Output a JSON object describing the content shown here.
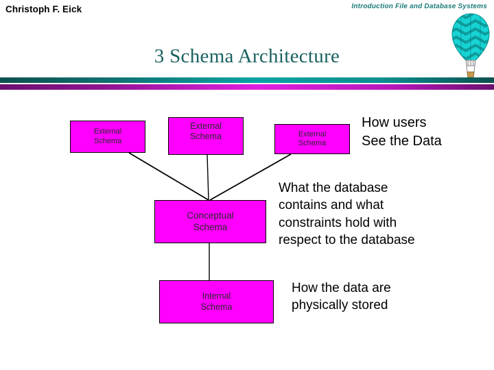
{
  "header": {
    "author": "Christoph F. Eick",
    "course": "Introduction File and Database Systems",
    "title": "3 Schema Architecture",
    "balloon_icon": "hot-air-balloon-icon"
  },
  "colors": {
    "box_fill": "#ff00ff",
    "box_border": "#000000",
    "title_text": "#1a6161",
    "course_text": "#1d7b7b",
    "bar_teal": "#0a9a9a",
    "bar_magenta": "#cc1fcc",
    "balloon_envelope": "#17d4d4",
    "balloon_envelope_dark": "#119d9d",
    "balloon_basket": "#c79a4e"
  },
  "diagram": {
    "boxes": [
      {
        "id": "external-1",
        "line1": "External",
        "line2": "Schema"
      },
      {
        "id": "external-2",
        "line1": "External",
        "line2": "Schema"
      },
      {
        "id": "external-3",
        "line1": "External",
        "line2": "Schema"
      },
      {
        "id": "conceptual",
        "line1": "Conceptual",
        "line2": "Schema"
      },
      {
        "id": "internal",
        "line1": "Internal",
        "line2": "Schema"
      }
    ],
    "notes": [
      {
        "id": "how-users-see-data",
        "line1": "How users",
        "line2": "See the Data",
        "line3": "",
        "line4": ""
      },
      {
        "id": "what-database-contains",
        "line1": "What the database",
        "line2": "contains and what",
        "line3": "constraints hold with",
        "line4": "respect to the database"
      },
      {
        "id": "how-data-stored",
        "line1": "How the data are",
        "line2": "physically stored",
        "line3": "",
        "line4": ""
      }
    ]
  }
}
